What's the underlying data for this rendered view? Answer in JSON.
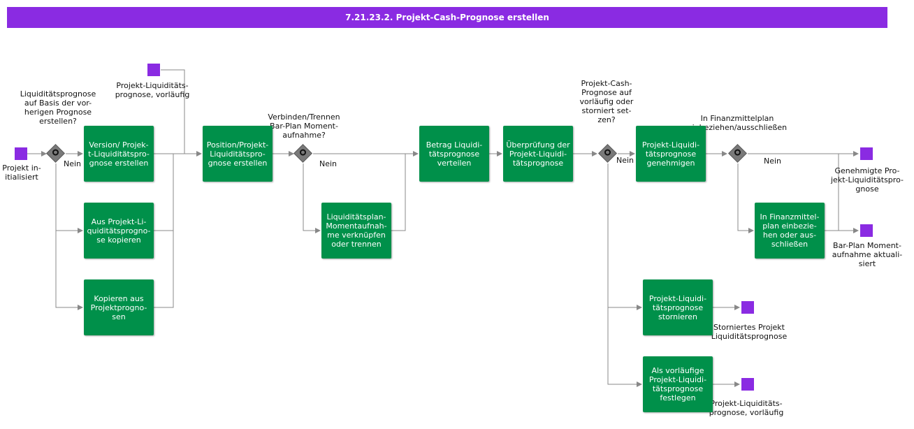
{
  "title": "7.21.23.2. Projekt-Cash-Prognose erstellen",
  "colors": {
    "header": "#8a2be2",
    "task": "#00904a",
    "event": "#8a2be2",
    "gateway": "#7a7a7a",
    "edge": "#888888"
  },
  "events": {
    "start": "Projekt in-\nitialisiert",
    "data_vorlaeufig": "Projekt-Liquiditäts-\nprognose, vorläufig",
    "genehmigt": "Genehmigte Pro-\njekt-Liquiditätspro-\ngnose",
    "barplan": "Bar-Plan Moment-\naufnahme aktuali-\nsiert",
    "storniert": "Storniertes Projekt\nLiquiditätsprognose",
    "vorlaeufig_end": "Projekt-Liquiditäts-\nprognose, vorläufig"
  },
  "gateways": {
    "g1": {
      "question": "Liquiditätsprognose\nauf Basis der vor-\nherigen Prognose\nerstellen?",
      "no": "Nein"
    },
    "g2": {
      "question": "Verbinden/Trennen\nBar-Plan Moment-\naufnahme?",
      "no": "Nein"
    },
    "g3": {
      "question": "Projekt-Cash-\nPrognose auf\nvorläufig oder\nstorniert set-\nzen?",
      "no": "Nein"
    },
    "g4": {
      "question": "In Finanzmittelplan\neinbeziehen/ausschließen",
      "no": "Nein"
    }
  },
  "tasks": {
    "t_version": "Version/ Projek-\nt-Liquiditätspro-\ngnose erstellen",
    "t_kopieren1": "Aus Projekt-Li-\nquiditätsprogno-\nse kopieren",
    "t_kopieren2": "Kopieren aus\nProjektprogno-\nsen",
    "t_position": "Position/Projekt-\nLiquiditätspro-\ngnose erstellen",
    "t_liqplan": "Liquiditätsplan-\nMomentaufnah-\nme verknüpfen\noder trennen",
    "t_betrag": "Betrag Liquidi-\ntätsprognose\nverteilen",
    "t_pruefung": "Überprüfung der\nProjekt-Liquidi-\ntätsprognose",
    "t_genehmigen": "Projekt-Liquidi-\ntätsprognose\ngenehmigen",
    "t_finanz": "In Finanzmittel-\nplan einbezie-\nhen oder aus-\nschließen",
    "t_stornieren": "Projekt-Liquidi-\ntätsprognose\nstornieren",
    "t_festlegen": "Als vorläufige\nProjekt-Liquidi-\ntätsprognose\nfestlegen"
  }
}
